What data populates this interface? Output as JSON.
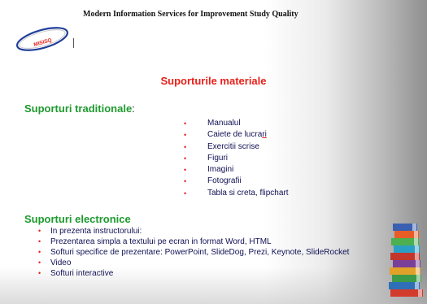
{
  "header": {
    "title": "Modern Information Services for Improvement Study Quality",
    "logo_text": "MISISQ"
  },
  "slide": {
    "title": "Suporturile materiale",
    "sections": [
      {
        "heading": "Suporturi traditionale",
        "colon": ":",
        "items": [
          "Manualul",
          "Caiete de lucrari",
          "Exercitii scrise",
          "Figuri",
          "Imagini",
          "Fotografii",
          "Tabla si creta, flipchart"
        ]
      },
      {
        "heading": "Suporturi electronice",
        "items": [
          "In prezenta instructorului:",
          "Prezentarea simpla a textului pe ecran in format Word, HTML",
          "Softuri specifice de prezentare: PowerPoint, SlideDog, Prezi, Keynote, SlideRocket",
          "Video",
          "Softuri interactive"
        ]
      }
    ]
  },
  "colors": {
    "title_red": "#e8201a",
    "heading_green": "#1e9a2e",
    "text_navy": "#101055",
    "logo_blue": "#1f3f9a"
  },
  "icons": {
    "bullet": "•",
    "logo": "misisq-logo-icon",
    "decoration": "book-stack-icon"
  }
}
